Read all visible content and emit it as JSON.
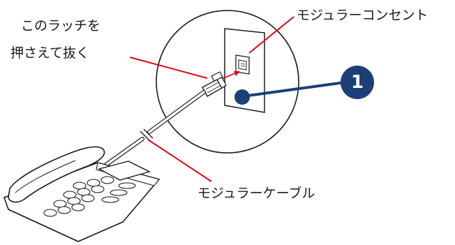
{
  "labels": {
    "latch_line1": "このラッチを",
    "latch_line2": "押さえて抜く",
    "outlet": "モジュラーコンセント",
    "cable": "モジュラーケーブル"
  },
  "step_badge": "1",
  "colors": {
    "callout_red": "#e60012",
    "marker_navy": "#1c3f77",
    "outline": "#1a1a1a"
  }
}
